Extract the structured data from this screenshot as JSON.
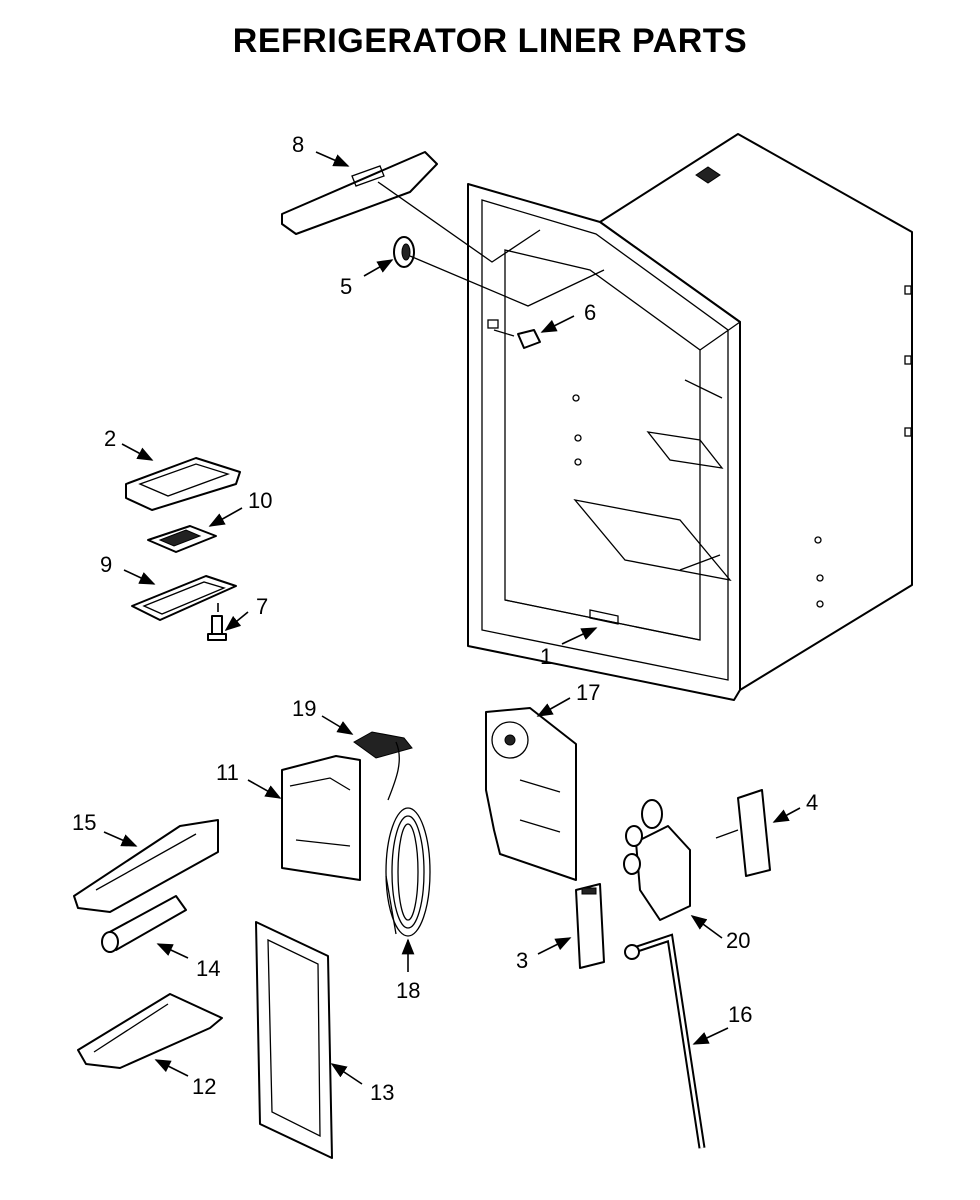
{
  "title": "REFRIGERATOR LINER PARTS",
  "callouts": [
    "1",
    "2",
    "3",
    "4",
    "5",
    "6",
    "7",
    "8",
    "9",
    "10",
    "11",
    "12",
    "13",
    "14",
    "15",
    "16",
    "17",
    "18",
    "19",
    "20"
  ]
}
